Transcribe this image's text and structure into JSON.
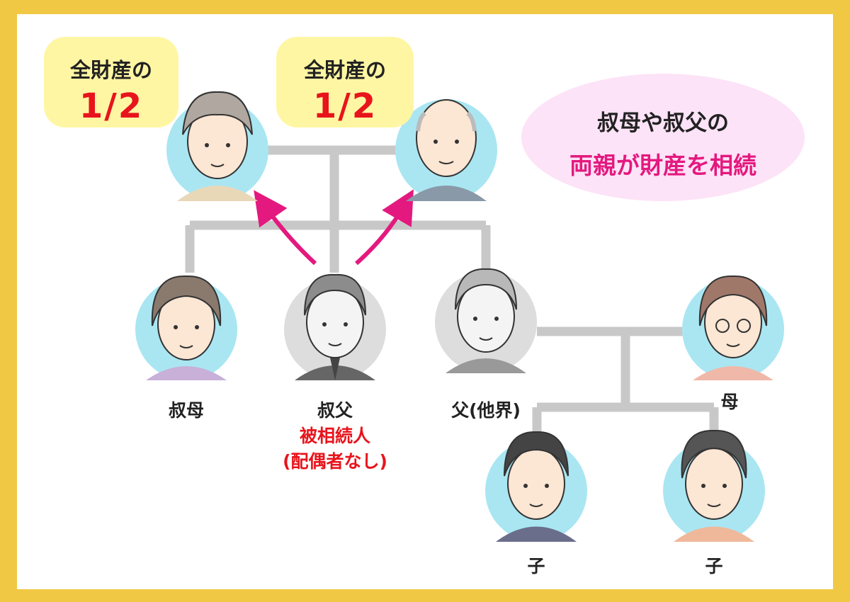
{
  "callouts": [
    {
      "line1": "全財産の",
      "line2": "1/2"
    },
    {
      "line1": "全財産の",
      "line2": "1/2"
    }
  ],
  "bubble": {
    "line1": "叔母や叔父の",
    "line2": "両親が財産を相続"
  },
  "people": {
    "aunt": "叔母",
    "uncle": "叔父",
    "uncle_role1": "被相続人",
    "uncle_role2": "(配偶者なし)",
    "father": "父(他界)",
    "mother": "母",
    "child1": "子",
    "child2": "子"
  },
  "colors": {
    "frame": "#f0c844",
    "connector": "#c8c8c8",
    "avatar_bg": "#a9e6f2",
    "deceased_bg": "#dddddd",
    "arrow": "#e4197f",
    "share": "#e8141c",
    "callout_bg": "#fff6a3",
    "bubble_bg": "#fde3f7"
  }
}
